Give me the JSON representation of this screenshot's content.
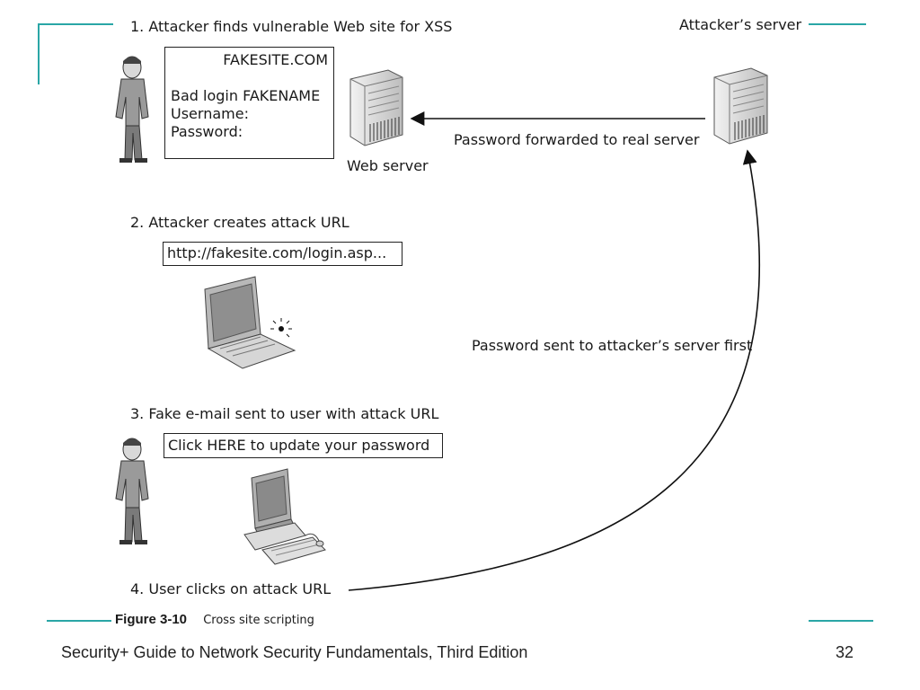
{
  "steps": {
    "s1": "1. Attacker finds vulnerable Web site for XSS",
    "s2": "2. Attacker creates attack URL",
    "s3": "3. Fake e-mail sent to user with attack URL",
    "s4": "4. User clicks on attack URL"
  },
  "login_box": {
    "site": "FAKESITE.COM",
    "line1": "Bad login FAKENAME",
    "line2": "Username:",
    "line3": "Password:"
  },
  "attack_url": "http://fakesite.com/login.asp...",
  "email_link": "Click HERE to update your password",
  "labels": {
    "web_server": "Web server",
    "attacker_server": "Attacker’s server",
    "forwarded": "Password forwarded to real server",
    "sent_first": "Password sent to attacker’s server first"
  },
  "figure": {
    "number": "Figure 3-10",
    "title": "Cross site scripting"
  },
  "footer": {
    "book": "Security+ Guide to Network Security Fundamentals, Third Edition",
    "page": "32"
  },
  "colors": {
    "accent": "#2aa6a6",
    "text": "#1a1a1a"
  }
}
